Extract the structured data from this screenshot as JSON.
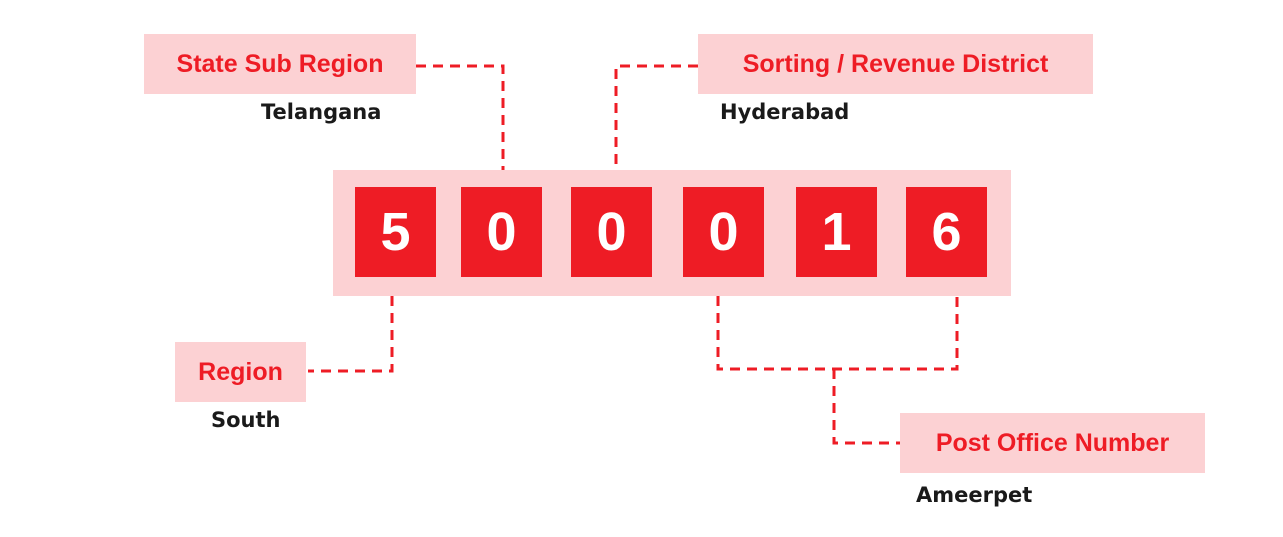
{
  "pin_code": {
    "digits": [
      "5",
      "0",
      "0",
      "0",
      "1",
      "6"
    ]
  },
  "labels": {
    "state_sub_region": {
      "title": "State Sub Region",
      "value": "Telangana"
    },
    "sorting_district": {
      "title": "Sorting / Revenue District",
      "value": "Hyderabad"
    },
    "region": {
      "title": "Region",
      "value": "South"
    },
    "post_office_number": {
      "title": "Post Office Number",
      "value": "Ameerpet"
    }
  },
  "colors": {
    "accent": "#ee1c25",
    "panel": "#fcd1d3",
    "text": "#1a1a1a"
  }
}
